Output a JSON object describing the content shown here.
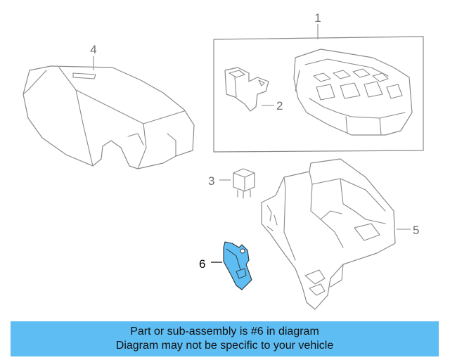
{
  "diagram": {
    "callouts": [
      "1",
      "2",
      "3",
      "4",
      "5",
      "6"
    ],
    "highlighted_part": "6",
    "highlight_color": "#5ebdf2"
  },
  "banner": {
    "line1": "Part or sub-assembly is #6 in diagram",
    "line2": "Diagram may not be specific to your vehicle",
    "background": "#5ebdf2"
  }
}
